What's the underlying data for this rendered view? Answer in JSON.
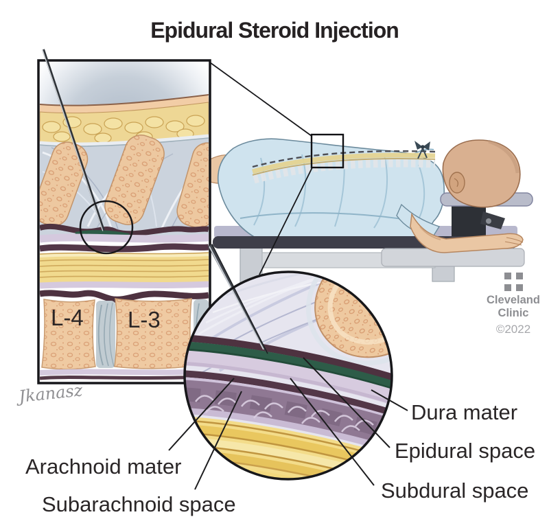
{
  "title": "Epidural Steroid Injection",
  "illustration": {
    "spine_inset": {
      "vertebra_l4": "L-4",
      "vertebra_l3": "L-3"
    },
    "detail_labels": {
      "dura_mater": "Dura mater",
      "epidural_space": "Epidural space",
      "subdural_space": "Subdural space",
      "arachnoid_mater": "Arachnoid mater",
      "subarachnoid_space": "Subarachnoid space"
    }
  },
  "credit": {
    "org_line1": "Cleveland",
    "org_line2": "Clinic",
    "copyright": "©2022"
  },
  "artist_signature": "Jkanasz",
  "colors": {
    "label_text": "#2a2627",
    "credit_gray": "#8d8e92",
    "epidural_green": "#2d5c48",
    "dura_lavender": "#d7cbdf",
    "membrane_maroon": "#4e3240",
    "arachnoid_purple": "#8f7893",
    "nerve_yellow": "#f3dc8a",
    "bone_tan": "#eec9a0",
    "gown_blue": "#cfe3ee",
    "skin_tone": "#e9c6a3",
    "table_lavender": "#b8b8cd",
    "table_edge_dark": "#3e3e49"
  }
}
